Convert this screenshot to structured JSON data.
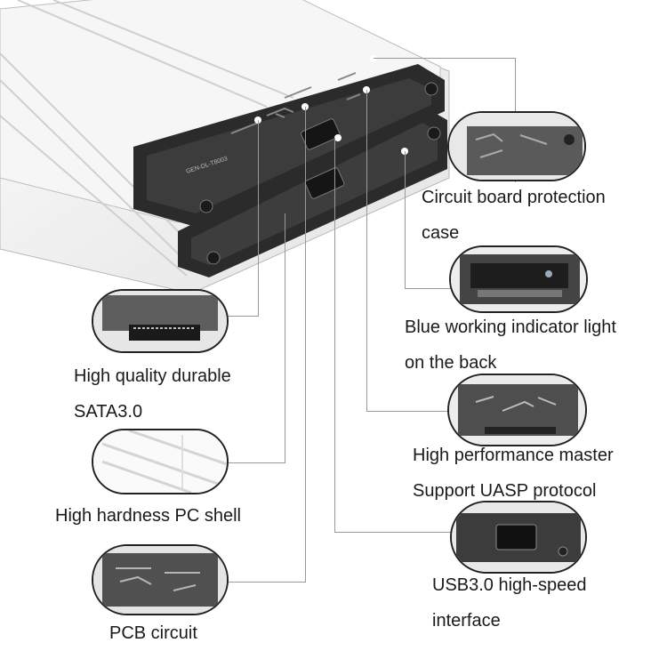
{
  "callouts": {
    "circuit_board": {
      "line1": "Circuit board protection",
      "line2": "case"
    },
    "blue_indicator": {
      "line1": "Blue working indicator light",
      "line2": "on the back"
    },
    "sata": {
      "line1": "High quality durable",
      "line2": "SATA3.0"
    },
    "master": {
      "line1": "High performance master",
      "line2": "Support UASP protocol"
    },
    "pc_shell": {
      "line1": "High hardness PC shell"
    },
    "usb": {
      "line1": "USB3.0 high-speed",
      "line2": "interface"
    },
    "pcb": {
      "line1": "PCB circuit"
    }
  },
  "product_markings": {
    "top_label": "GEN-DL-T8003"
  },
  "colors": {
    "text": "#1a1a1a",
    "leader": "#9a9a9a",
    "outline": "#222222",
    "case": "#e9e9e9",
    "endcap": "#2b2b2b"
  }
}
